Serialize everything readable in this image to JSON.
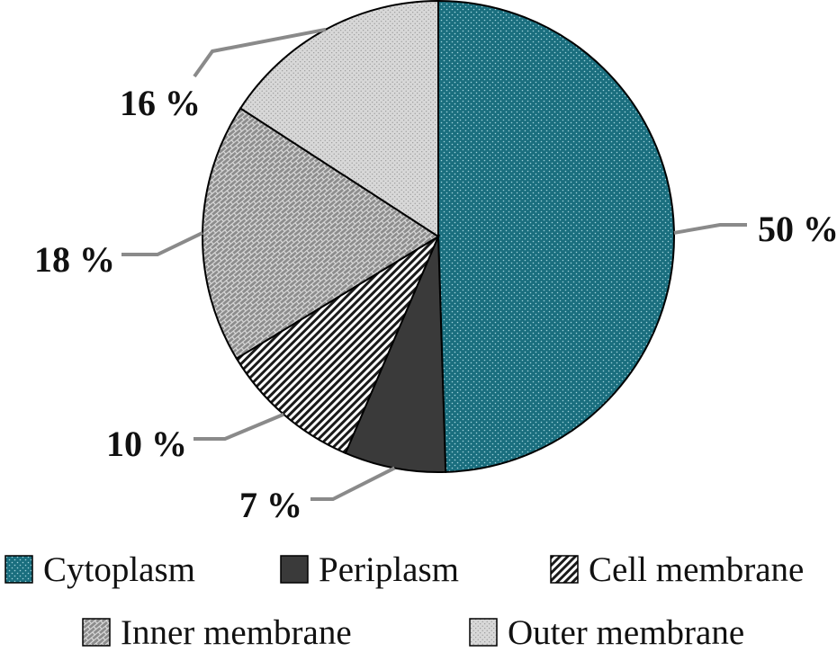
{
  "chart_data": {
    "type": "pie",
    "title": "",
    "slices": [
      {
        "label": "Cytoplasm",
        "value": 50,
        "value_label": "50 %",
        "color": "#1a6e7e",
        "pattern": "dots-light"
      },
      {
        "label": "Periplasm",
        "value": 7,
        "value_label": "7 %",
        "color": "#3a3a3a",
        "pattern": "solid"
      },
      {
        "label": "Cell membrane",
        "value": 10,
        "value_label": "10 %",
        "color": "#ffffff",
        "pattern": "diagonal-hatch"
      },
      {
        "label": "Inner membrane",
        "value": 18,
        "value_label": "18 %",
        "color": "#9a9a9a",
        "pattern": "brick"
      },
      {
        "label": "Outer membrane",
        "value": 16,
        "value_label": "16 %",
        "color": "#d8d8d8",
        "pattern": "dots-dark"
      }
    ],
    "start_angle": "12 o'clock",
    "direction": "clockwise",
    "legend_position": "bottom",
    "leader_line_color": "#8a8a8a"
  }
}
